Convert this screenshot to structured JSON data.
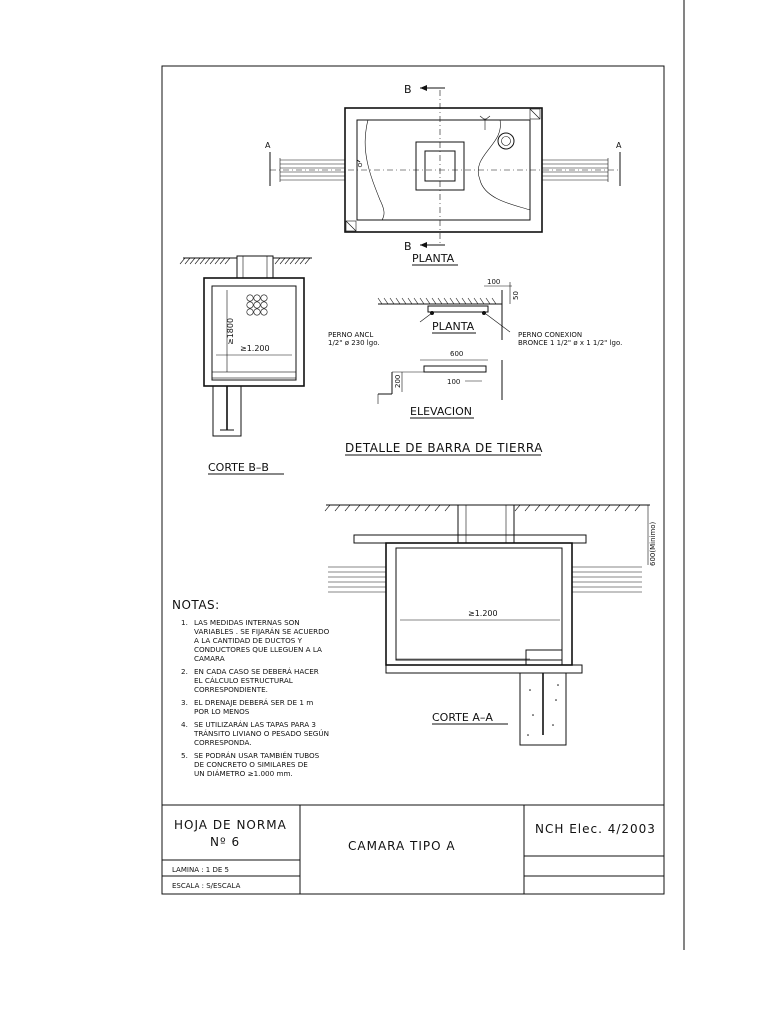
{
  "views": {
    "planta": {
      "title": "PLANTA",
      "section_mark_a": "A",
      "section_mark_b": "B"
    },
    "corte_bb": {
      "title": "CORTE B–B",
      "height_dim": "≥1800",
      "width_dim": "≥1.200"
    },
    "detalle": {
      "title": "DETALLE DE BARRA DE TIERRA",
      "planta_label": "PLANTA",
      "elevacion_label": "ELEVACION",
      "perno_ancl_line1": "PERNO ANCL",
      "perno_ancl_line2": "1/2\" ø 230 lgo.",
      "perno_conexion_line1": "PERNO CONEXION",
      "perno_conexion_line2": "BRONCE 1 1/2\" ø x 1 1/2\" lgo.",
      "dim_100": "100",
      "dim_50": "50",
      "dim_600": "600",
      "dim_200": "200",
      "dim_100b": "100"
    },
    "corte_aa": {
      "title": "CORTE A–A",
      "width_dim": "≥1.200",
      "depth_dim": "600(Minimo)"
    }
  },
  "notes": {
    "title": "NOTAS:",
    "items": [
      {
        "num": "1.",
        "text": "LAS MEDIDAS INTERNAS SON\nVARIABLES . SE FIJARÁN SE ACUERDO\n A LA CANTIDAD DE DUCTOS Y\nCONDUCTORES QUE LLEGUEN A LA\nCAMARA"
      },
      {
        "num": "2.",
        "text": "EN CADA CASO SE DEBERÁ HACER\nEL CÁLCULO ESTRUCTURAL\nCORRESPONDIENTE."
      },
      {
        "num": "3.",
        "text": "EL DRENAJE DEBERÁ SER DE 1 m\nPOR LO MENOS"
      },
      {
        "num": "4.",
        "text": "SE UTILIZARÁN LAS TAPAS PARA 3\nTRÁNSITO LIVIANO O PESADO SEGÚN\nCORRESPONDA."
      },
      {
        "num": "5.",
        "text": "SE PODRÁN USAR TAMBIÉN TUBOS\nDE CONCRETO O SIMILARES DE\nUN DIÁMETRO ≥1.000 mm."
      }
    ]
  },
  "title_block": {
    "hoja_line1": "HOJA DE NORMA",
    "hoja_line2": "Nº 6",
    "camara": "CAMARA TIPO  A",
    "norma": "NCH Elec. 4/2003",
    "lamina": "LAMINA : 1 DE 5",
    "escala": "ESCALA : S/ESCALA"
  }
}
